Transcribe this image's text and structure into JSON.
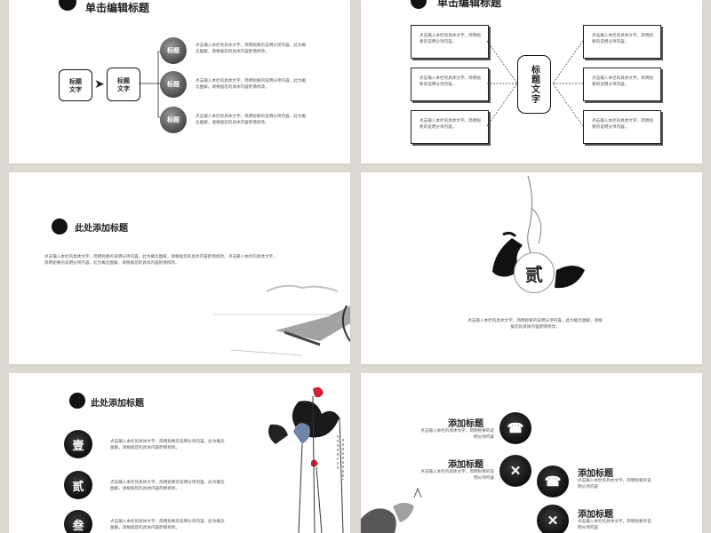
{
  "slide1": {
    "title": "单击编辑标题",
    "box_left": "标题\n文字",
    "box_mid": "标题\n文字",
    "nodes": [
      {
        "label": "标题",
        "text": "点击输入本栏的具体文字，简明扼要的说明分项内容，此为概\n念图解，请根据您的具体内容酌情修改。"
      },
      {
        "label": "标题",
        "text": "点击输入本栏的具体文字，简明扼要的说明分项内容，此为概\n念图解，请根据您的具体内容酌情修改。"
      },
      {
        "label": "标题",
        "text": "点击输入本栏的具体文字，简明扼要的说明分项内容，此为概\n念图解，请根据您的具体内容酌情修改。"
      }
    ]
  },
  "slide2": {
    "title": "单击编辑标题",
    "center": "标题文字",
    "boxes": [
      "点击输入本栏的具体文字，简明扼要的说明分项内容。",
      "点击输入本栏的具体文字，简明扼要的说明分项内容。",
      "点击输入本栏的具体文字，简明扼要的说明分项内容。",
      "点击输入本栏的具体文字，简明扼要的说明分项内容。",
      "点击输入本栏的具体文字，简明扼要的说明分项内容。",
      "点击输入本栏的具体文字，简明扼要的说明分项内容。"
    ]
  },
  "slide3": {
    "title": "此处添加标题",
    "body": "点击输入本栏的具体文字，简明扼要的说明分项内容，此为概念图解，请根据您的具体内容酌情修改。点击输入本栏的具体文字，\n简明扼要的说明分项内容，此为概念图解，请根据您的具体内容酌情修改。"
  },
  "slide4": {
    "number": "贰",
    "text": "点击输入本栏的具体文字，简明扼要的说明分项内容，此为概念图解，请根\n据您的具体内容酌情修改。"
  },
  "slide5": {
    "title": "此处添加标题",
    "items": [
      {
        "num": "壹",
        "text": "点击输入本栏的具体文字，简明扼要的说明分项内容，此为概念\n图解，请根据您的具体内容酌情修改。"
      },
      {
        "num": "贰",
        "text": "点击输入本栏的具体文字，简明扼要的说明分项内容，此为概念\n图解，请根据您的具体内容酌情修改。"
      },
      {
        "num": "叁",
        "text": "点击输入本栏的具体文字，简明扼要的说明分项内容，此为概念\n图解，请根据您的具体内容酌情修改。"
      }
    ]
  },
  "slide6": {
    "items": [
      {
        "title": "添加标题",
        "text": "点击输入本栏的具体文字，简明扼要的说\n明分项内容"
      },
      {
        "title": "添加标题",
        "text": "点击输入本栏的具体文字，简明扼要的说\n明分项内容"
      },
      {
        "title": "添加标题",
        "text": "点击输入本栏的具体文字，简明扼要的说\n明分项内容"
      },
      {
        "title": "添加标题",
        "text": "点击输入本栏的具体文字，简明扼要的说\n明分项内容"
      }
    ]
  }
}
